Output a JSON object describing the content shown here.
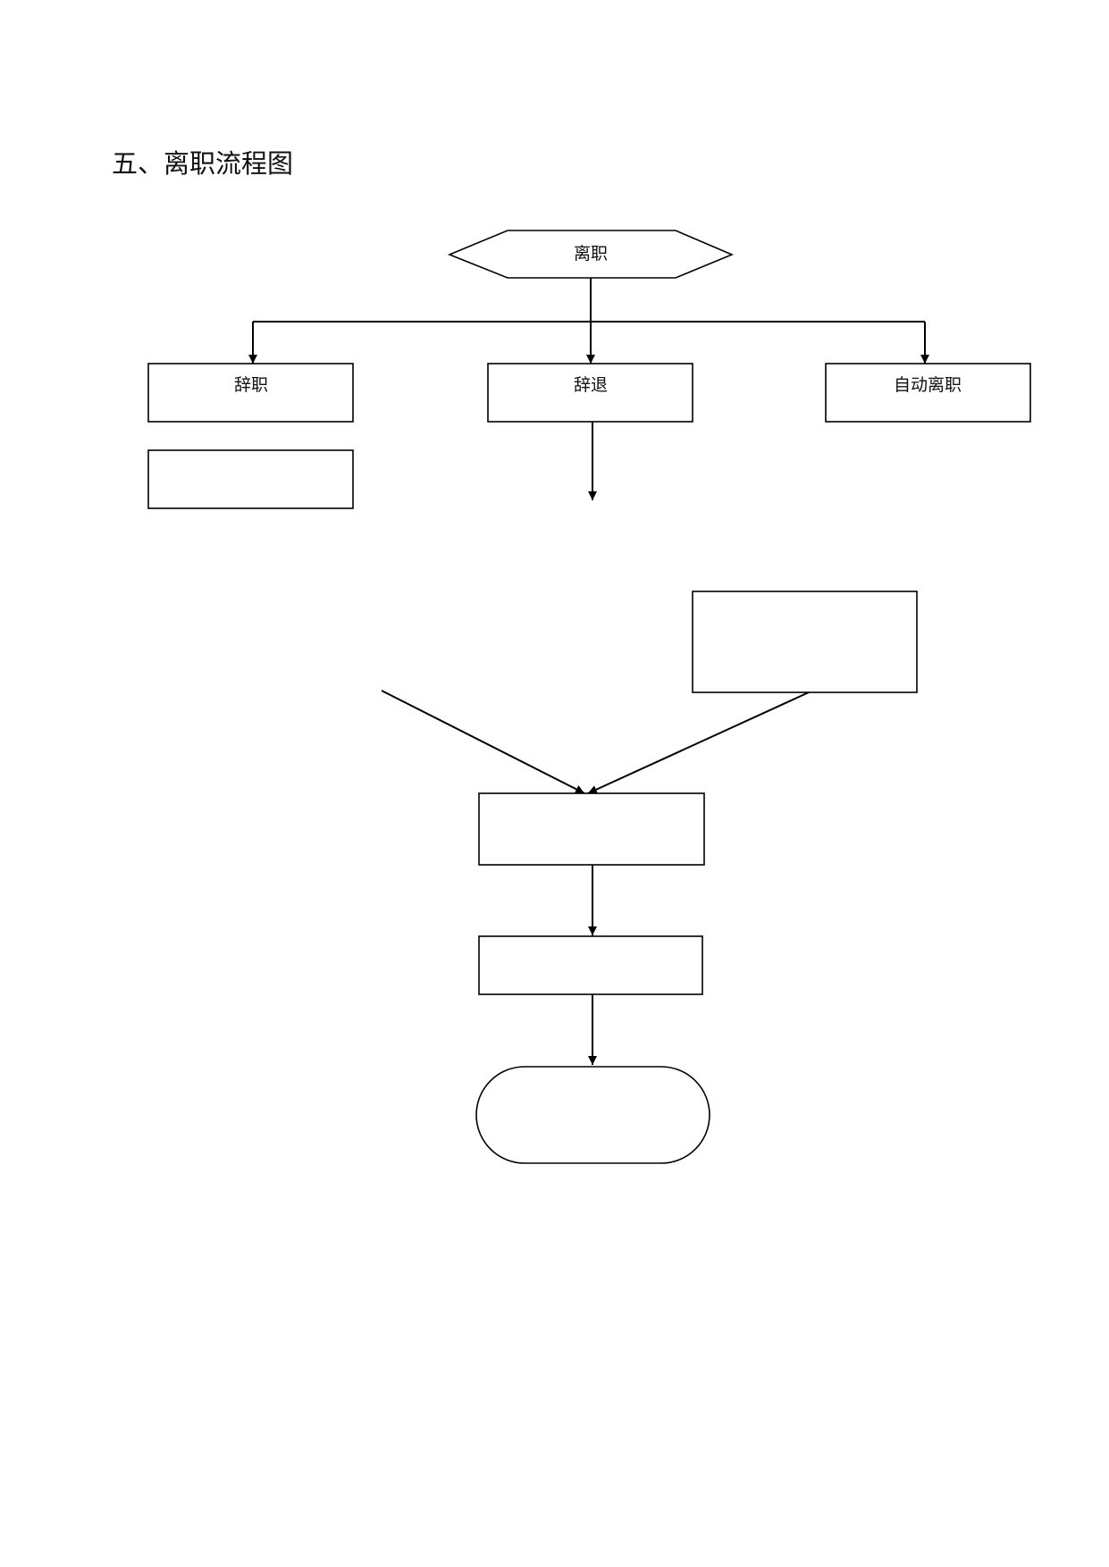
{
  "page": {
    "title": "五、离职流程图"
  },
  "diagram": {
    "nodes": {
      "start": {
        "label": "离职",
        "shape": "hexagon"
      },
      "resign": {
        "label": "辞职",
        "shape": "rectangle"
      },
      "dismiss": {
        "label": "辞退",
        "shape": "rectangle"
      },
      "auto_leave": {
        "label": "自动离职",
        "shape": "rectangle"
      },
      "resign_next": {
        "label": "",
        "shape": "rectangle"
      },
      "right_box": {
        "label": "",
        "shape": "rectangle"
      },
      "merge_box": {
        "label": "",
        "shape": "rectangle"
      },
      "step_box": {
        "label": "",
        "shape": "rectangle"
      },
      "end": {
        "label": "",
        "shape": "terminator"
      }
    },
    "edges": [
      {
        "from": "start",
        "to": "resign"
      },
      {
        "from": "start",
        "to": "dismiss"
      },
      {
        "from": "start",
        "to": "auto_leave"
      },
      {
        "from": "dismiss",
        "to": ""
      },
      {
        "from": "",
        "to": "merge_box"
      },
      {
        "from": "right_box",
        "to": "merge_box"
      },
      {
        "from": "merge_box",
        "to": "step_box"
      },
      {
        "from": "step_box",
        "to": "end"
      }
    ],
    "colors": {
      "line": "#000000",
      "fill": "#ffffff",
      "text": "#111111"
    }
  }
}
